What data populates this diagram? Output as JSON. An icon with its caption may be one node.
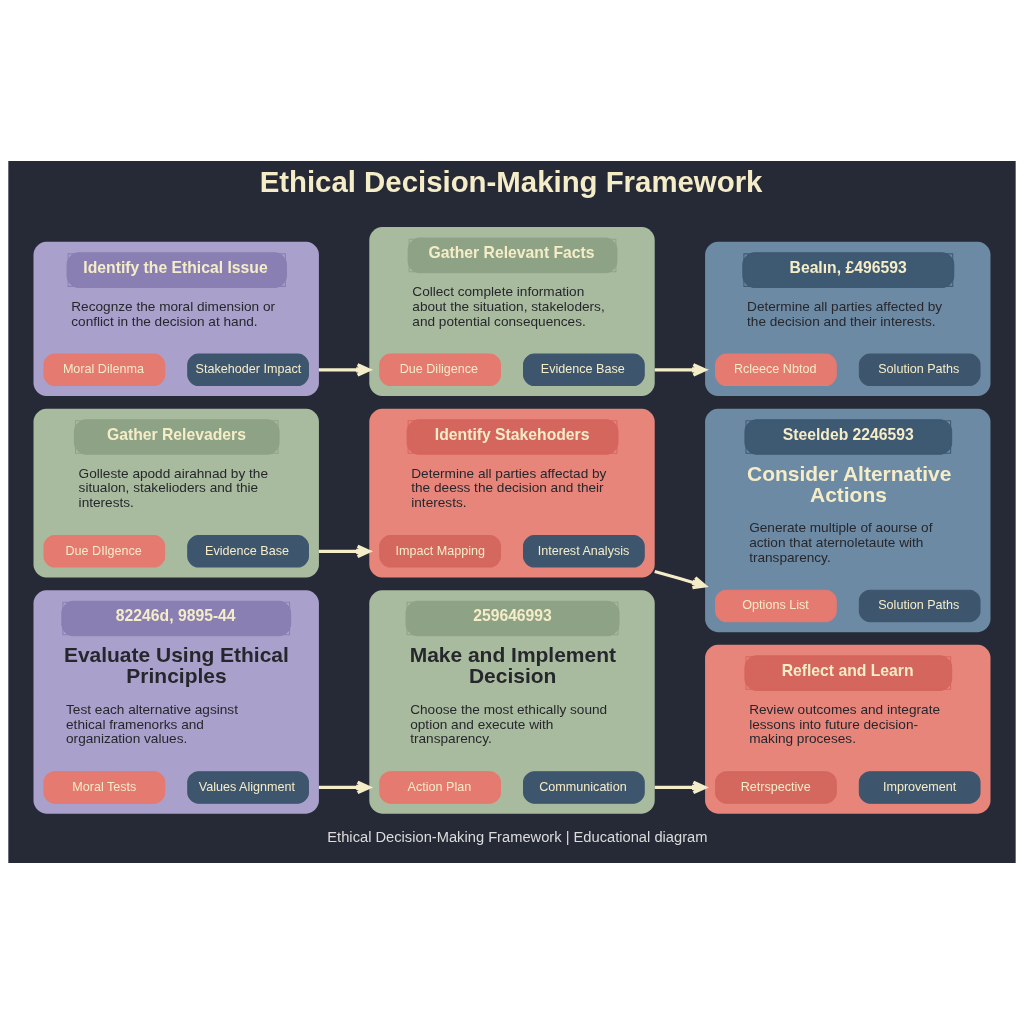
{
  "diagram": {
    "title": "Ethical Decision-Making Framework",
    "caption": "Ethical Decision-Making Framework | Educational diagram",
    "nodes": [
      {
        "text": [
          "Identify the Ethical Issue",
          "Recognze the moral dimension or conflict in the decision at hand."
        ]
      },
      {
        "text": [
          "Moral Dilenma"
        ],
        "in": 0
      },
      {
        "text": [
          "Stakehoder Impact"
        ],
        "in": 0
      },
      {
        "text": [
          "Gather Relevant Facts",
          "Collect complete information about the situation, stakeloders, and potential consequences."
        ]
      },
      {
        "text": [
          "Due Diligence"
        ],
        "in": 3
      },
      {
        "text": [
          "Evidence Base"
        ],
        "in": 3
      },
      {
        "text": [
          "Bealın, £496593",
          "Determine all parties affected by the decision and their interests."
        ]
      },
      {
        "text": [
          "Rcleece Nbtod"
        ],
        "in": 6
      },
      {
        "text": [
          "Solution Paths"
        ],
        "in": 6
      },
      {
        "text": [
          "Gather Relevaders",
          "Golleste apodd airahnad by the situalon, stakelioders and thie interests."
        ]
      },
      {
        "text": [
          "Due DIlgence"
        ],
        "in": 9
      },
      {
        "text": [
          "Evidence Base"
        ],
        "in": 9
      },
      {
        "text": [
          "Identify Stakehoders",
          "Determine all parties affectad by the deess the decision and their interests."
        ]
      },
      {
        "text": [
          "Impact Mapping"
        ],
        "in": 12
      },
      {
        "text": [
          "Interest Analysis"
        ],
        "in": 12
      },
      {
        "text": [
          "Steeldeb 2246593",
          "Consider Alternative Actions",
          "Generate multiple of aourse of action that aternoletaute with transparency."
        ]
      },
      {
        "text": [
          "Options List"
        ],
        "in": 15
      },
      {
        "text": [
          "Solution Paths"
        ],
        "in": 15
      },
      {
        "text": [
          "82246d, 9895-44",
          "Evaluate Using Ethical Principles",
          "Test each alternative agsinst ethical framenorks and organization values."
        ]
      },
      {
        "text": [
          "Moral Tests"
        ],
        "in": 18
      },
      {
        "text": [
          "Values Alignment"
        ],
        "in": 18
      },
      {
        "text": [
          "259646993",
          "Make and Implement Decision",
          "Choose the most ethically sound option and execute with transparency."
        ]
      },
      {
        "text": [
          "Action Plan"
        ],
        "in": 21
      },
      {
        "text": [
          "Communication"
        ],
        "in": 21
      },
      {
        "text": [
          "Reflect and Learn",
          "Review outcomes and integrate lessons into future decision-making proceses."
        ]
      },
      {
        "text": [
          "Retrspective"
        ],
        "in": 24
      },
      {
        "text": [
          "Improvement"
        ],
        "in": 24
      }
    ],
    "edges": [
      {
        "from": 0,
        "to": 3,
        "arrow": "to"
      },
      {
        "from": 3,
        "to": 6,
        "arrow": "to"
      },
      {
        "from": 9,
        "to": 12,
        "arrow": "to"
      },
      {
        "from": 12,
        "to": 15,
        "arrow": "to"
      },
      {
        "from": 18,
        "to": 21,
        "arrow": "to"
      },
      {
        "from": 21,
        "to": 24,
        "arrow": "to"
      }
    ]
  }
}
